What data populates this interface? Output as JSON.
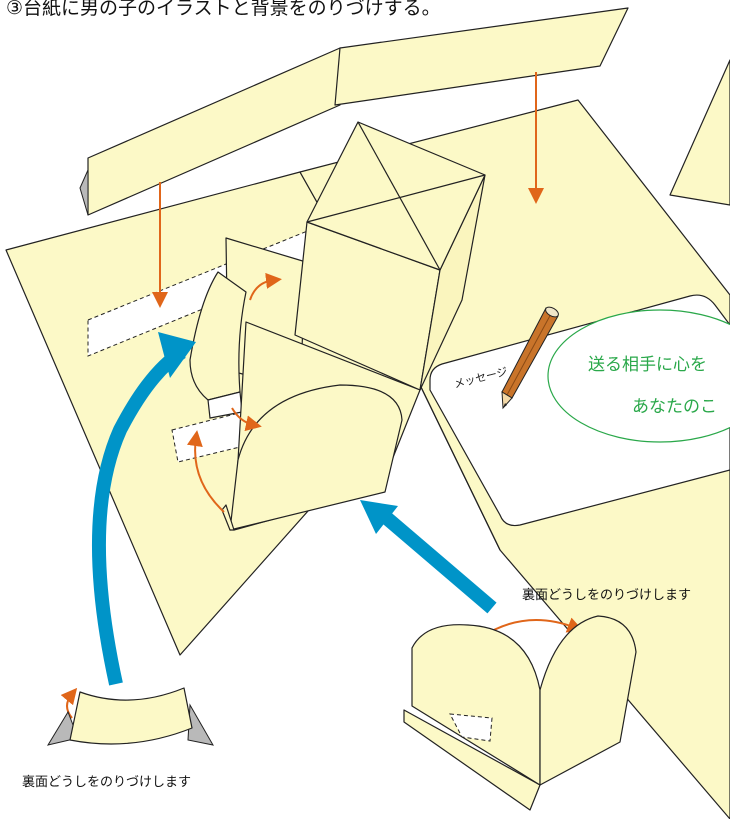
{
  "title": "③台紙に男の子のイラストと背景をのりづけする。",
  "labels": {
    "message_card": "メッセージ",
    "speech_line1": "送る相手に心を",
    "speech_line2": "あなたのこ",
    "note_right": "裏面どうしをのりづけします",
    "note_left": "裏面どうしをのりづけします"
  },
  "colors": {
    "paper": "#fcf9c7",
    "arrow_orange": "#e0661a",
    "arrow_blue": "#0094c8",
    "speech_green": "#2aa84a"
  },
  "icons": [
    "pencil-icon"
  ]
}
